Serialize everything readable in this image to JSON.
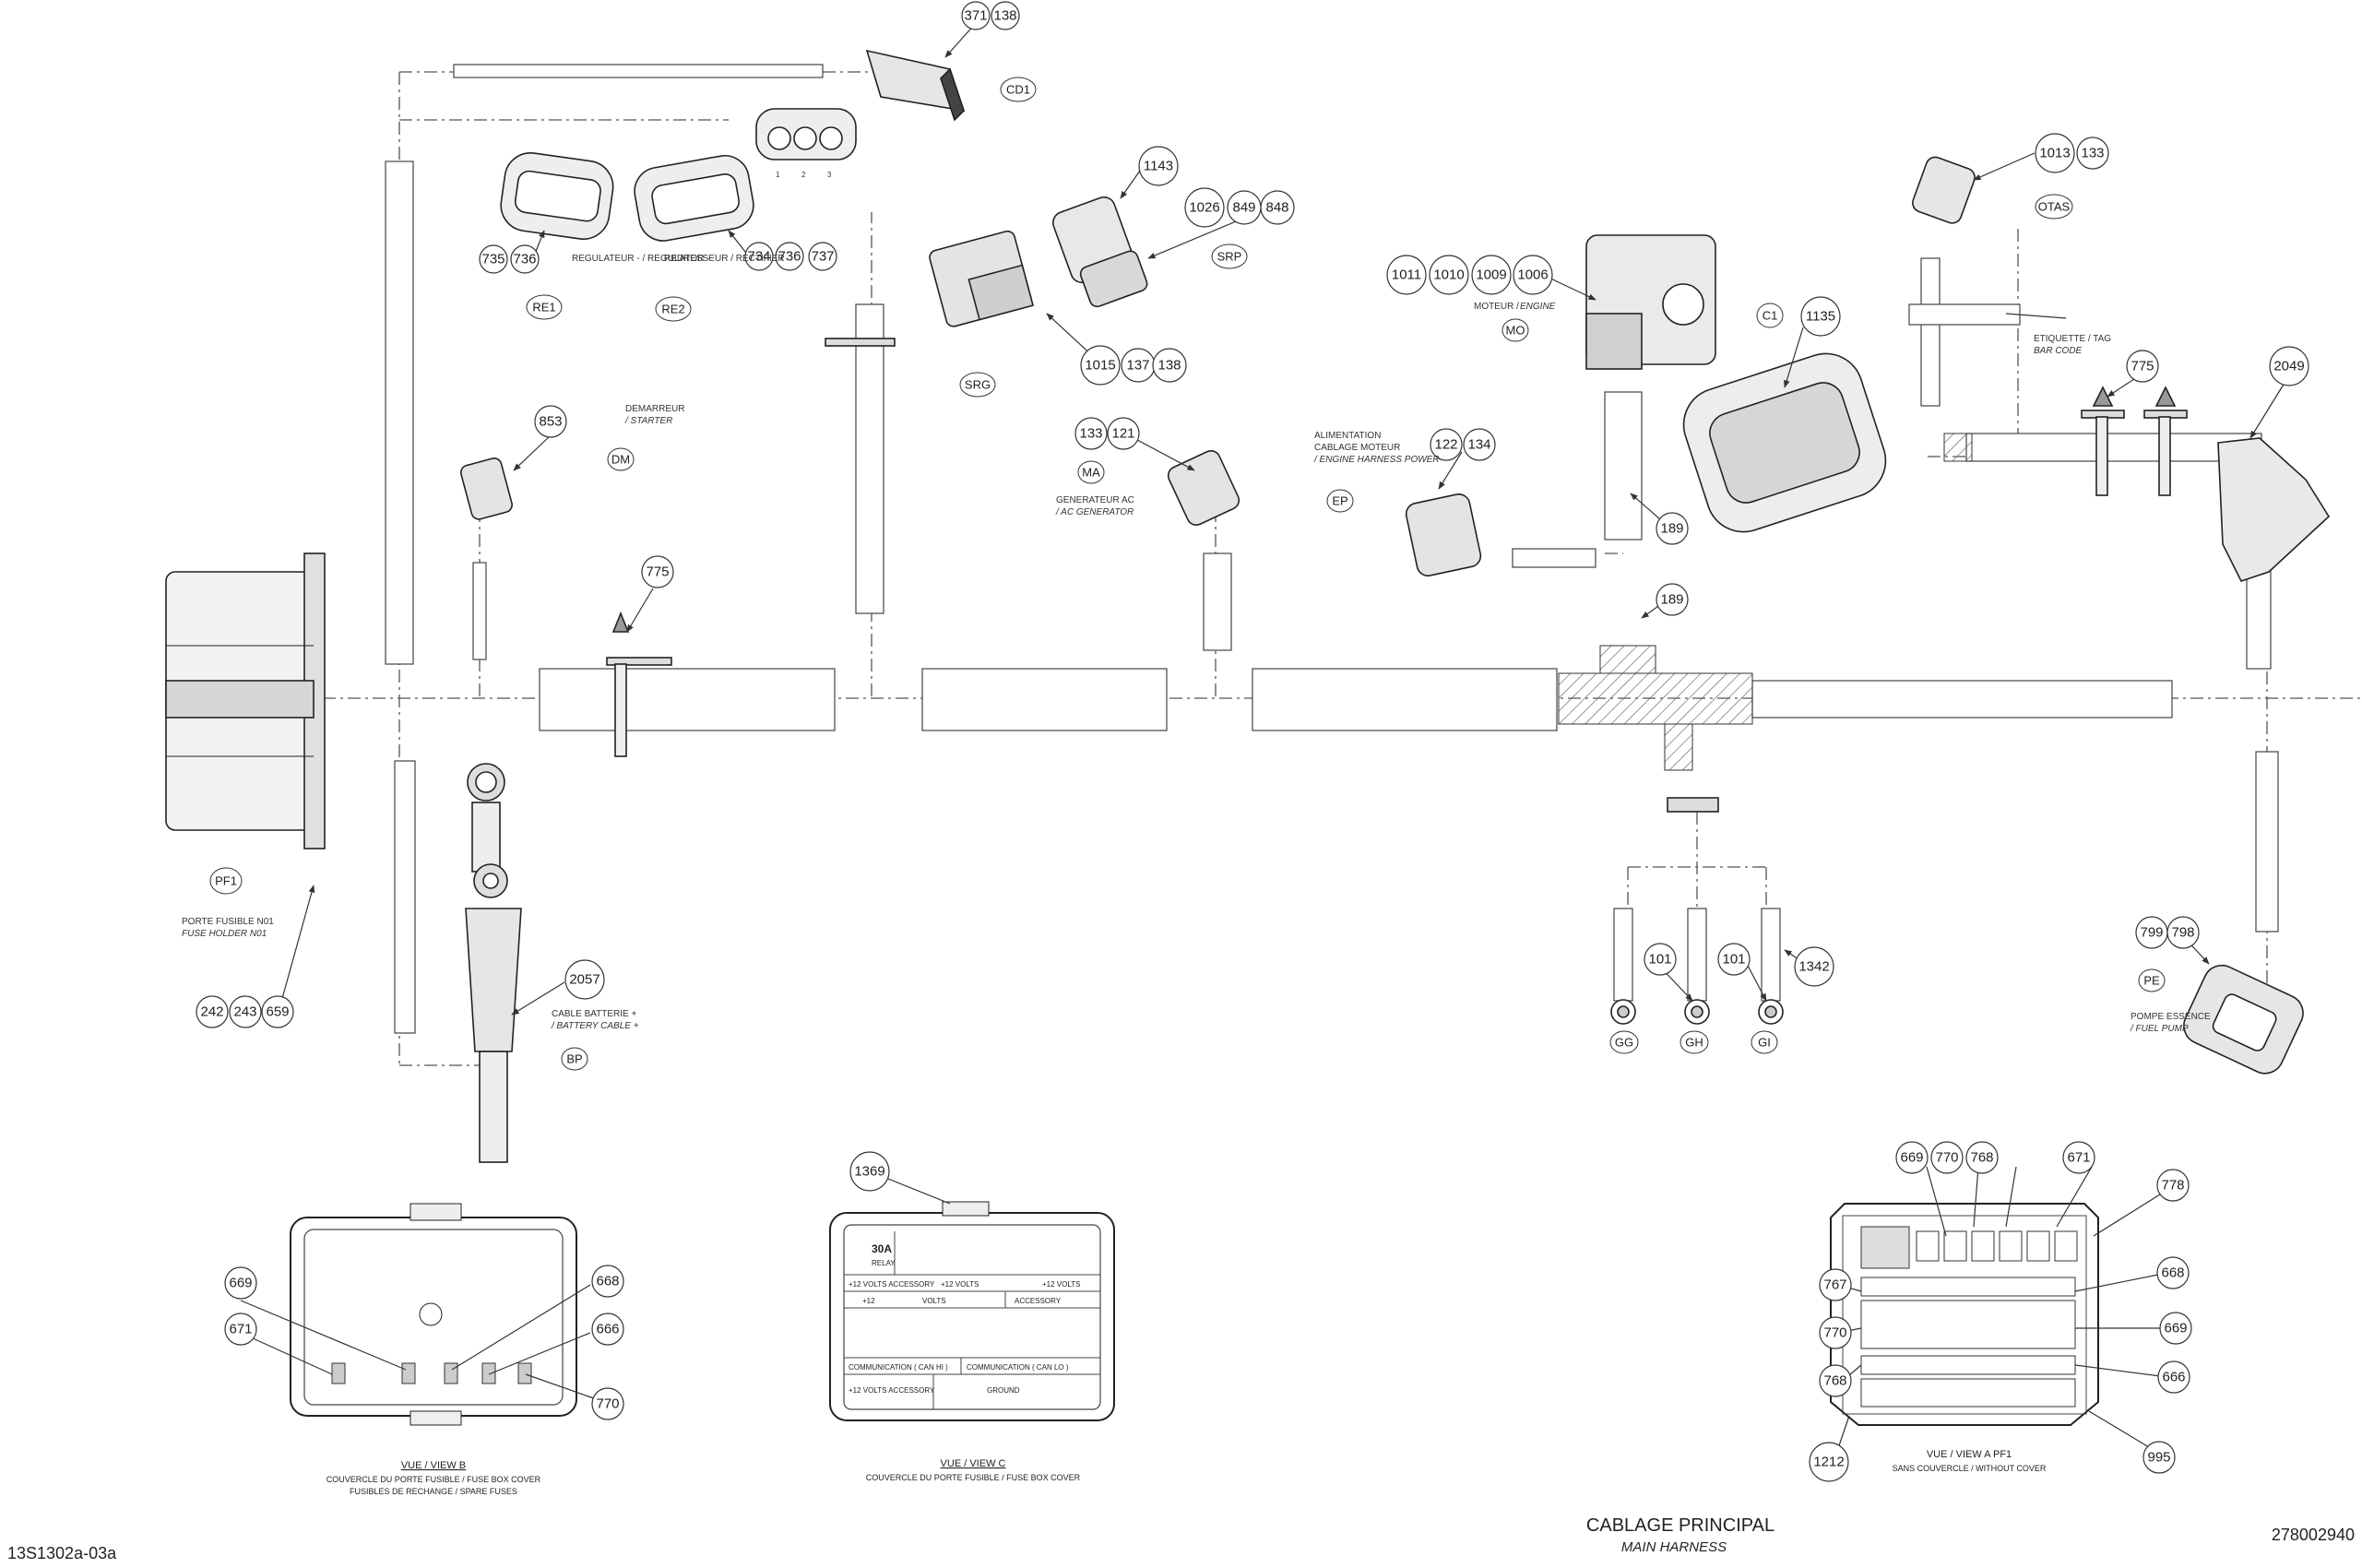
{
  "title": "CABLAGE PRINCIPAL",
  "subtitle": "MAIN HARNESS",
  "doc_id_left": "13S1302a-03a",
  "doc_id_right": "278002940",
  "codes": {
    "cd1": "CD1",
    "re1": "RE1",
    "re2": "RE2",
    "srp": "SRP",
    "srg": "SRG",
    "dm": "DM",
    "ma": "MA",
    "mo": "MO",
    "ep": "EP",
    "c1": "C1",
    "otas": "OTAS",
    "pf1": "PF1",
    "bp": "BP",
    "pe": "PE",
    "gg": "GG",
    "gh": "GH",
    "gi": "GI"
  },
  "refs": {
    "r371": "371",
    "r138a": "138",
    "r735": "735",
    "r736a": "736",
    "r734": "734",
    "r736b": "736",
    "r737": "737",
    "r1143": "1143",
    "r1026": "1026",
    "r849": "849",
    "r848": "848",
    "r1015": "1015",
    "r137": "137",
    "r138b": "138",
    "r853": "853",
    "r775a": "775",
    "r133a": "133",
    "r121": "121",
    "r1011": "1011",
    "r1010": "1010",
    "r1009": "1009",
    "r1006": "1006",
    "r122": "122",
    "r134": "134",
    "r1135": "1135",
    "r189a": "189",
    "r189b": "189",
    "r1013": "1013",
    "r133b": "133",
    "r775b": "775",
    "r2049": "2049",
    "r242": "242",
    "r243": "243",
    "r659": "659",
    "r2057": "2057",
    "r101a": "101",
    "r101b": "101",
    "r1342": "1342",
    "r799": "799",
    "r798": "798",
    "vb669": "669",
    "vb671": "671",
    "vb668": "668",
    "vb666": "666",
    "vb770": "770",
    "r1369": "1369",
    "va669": "669",
    "va770a": "770",
    "va768a": "768",
    "va671": "671",
    "va778": "778",
    "va767": "767",
    "va668": "668",
    "va770b": "770",
    "va669b": "669",
    "va768b": "768",
    "va666": "666",
    "va1212": "1212",
    "va995": "995"
  },
  "labels": {
    "regulator": "REGULATEUR - / REGULATOR -",
    "rectifier": "REDRESSEUR / RECTIFIER",
    "starter_fr": "DEMARREUR",
    "starter_en": "/ STARTER",
    "acgen_fr": "GENERATEUR AC",
    "acgen_en": "/ AC GENERATOR",
    "engine_fr": "MOTEUR /",
    "engine_en": "ENGINE",
    "power_fr1": "ALIMENTATION",
    "power_fr2": "CABLAGE MOTEUR",
    "power_en": "/ ENGINE HARNESS POWER",
    "tag_fr": "ETIQUETTE / TAG",
    "tag_en": "BAR CODE",
    "fuse_fr": "PORTE   FUSIBLE N01",
    "fuse_en": "FUSE HOLDER N01",
    "batt_fr": "CABLE BATTERIE +",
    "batt_en": "/ BATTERY CABLE +",
    "pump_fr": "POMPE ESSENCE",
    "pump_en": "/ FUEL PUMP",
    "pins": [
      "1",
      "2",
      "3"
    ]
  },
  "view_b": {
    "title": "VUE / VIEW B",
    "line1": "COUVERCLE DU PORTE FUSIBLE / FUSE BOX COVER",
    "line2": "FUSIBLES DE RECHANGE / SPARE FUSES"
  },
  "view_c": {
    "title": "VUE / VIEW C",
    "line1": "COUVERCLE DU PORTE FUSIBLE / FUSE BOX COVER",
    "relay": "30A",
    "relay_sub": "RELAY",
    "acc1": "+12 VOLTS ACCESSORY",
    "volts1": "+12 VOLTS",
    "volts2": "+12 VOLTS",
    "accessory": "ACCESSORY",
    "plus12": "+12",
    "volts3": "VOLTS",
    "can_hi": "COMMUNICATION ( CAN HI )",
    "can_lo": "COMMUNICATION ( CAN LO )",
    "acc2": "+12 VOLTS ACCESSORY",
    "ground": "GROUND"
  },
  "view_a": {
    "title": "VUE / VIEW A     PF1",
    "line1": "SANS COUVERCLE / WITHOUT COVER"
  }
}
